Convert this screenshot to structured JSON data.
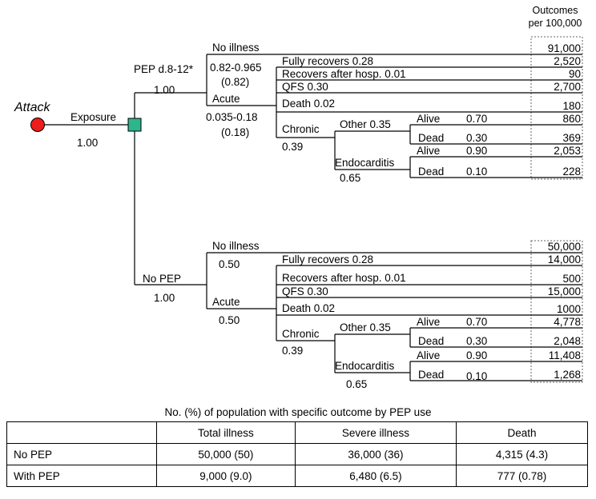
{
  "header": {
    "outcomes_line1": "Outcomes",
    "outcomes_line2": "per 100,000"
  },
  "root": {
    "label": "Attack",
    "exposure_label": "Exposure",
    "exposure_prob": "1.00"
  },
  "pep": {
    "label": "PEP d.8-12*",
    "prob": "1.00",
    "no_illness": "No illness",
    "no_illness_range": "0.82-0.965",
    "no_illness_prob": "(0.82)",
    "acute": "Acute",
    "acute_range": "0.035-0.18",
    "acute_prob": "(0.18)",
    "fully_recovers": "Fully recovers  0.28",
    "recovers_hosp": "Recovers after hosp.   0.01",
    "qfs": "QFS    0.30",
    "death": "Death   0.02",
    "chronic": "Chronic",
    "chronic_prob": "0.39",
    "other": "Other  0.35",
    "endocarditis": "Endocarditis",
    "endocarditis_prob": "0.65",
    "alive": "Alive",
    "alive_other_prob": "0.70",
    "alive_endo_prob": "0.90",
    "dead": "Dead",
    "dead_other_prob": "0.30",
    "dead_endo_prob": "0.10",
    "outcomes": [
      "91,000",
      "2,520",
      "90",
      "2,700",
      "180",
      "860",
      "369",
      "2,053",
      "228"
    ]
  },
  "nopep": {
    "label": "No PEP",
    "prob": "1.00",
    "no_illness": "No illness",
    "no_illness_prob": "0.50",
    "acute": "Acute",
    "acute_prob": "0.50",
    "fully_recovers": "Fully recovers  0.28",
    "recovers_hosp": "Recovers after hosp.   0.01",
    "qfs": "QFS    0.30",
    "death": "Death   0.02",
    "chronic": "Chronic",
    "chronic_prob": "0.39",
    "other": "Other  0.35",
    "endocarditis": "Endocarditis",
    "endocarditis_prob": "0.65",
    "alive": "Alive",
    "alive_other_prob": "0.70",
    "alive_endo_prob": "0.90",
    "dead": "Dead",
    "dead_other_prob": "0.30",
    "dead_endo_prob": "0.10",
    "outcomes": [
      "50,000",
      "14,000",
      "500",
      "15,000",
      "1000",
      "4,778",
      "2,048",
      "11,408",
      "1,268"
    ]
  },
  "table": {
    "caption": "No. (%) of population with specific outcome by PEP use",
    "headers": [
      "",
      "Total illness",
      "Severe illness",
      "Death"
    ],
    "rows": [
      [
        "No PEP",
        "50,000 (50)",
        "36,000 (36)",
        "4,315 (4.3)"
      ],
      [
        "With PEP",
        "9,000 (9.0)",
        "6,480 (6.5)",
        "777 (0.78)"
      ]
    ]
  },
  "colors": {
    "attack_node": "#ee1c1c",
    "exposure_node": "#2db58c"
  }
}
